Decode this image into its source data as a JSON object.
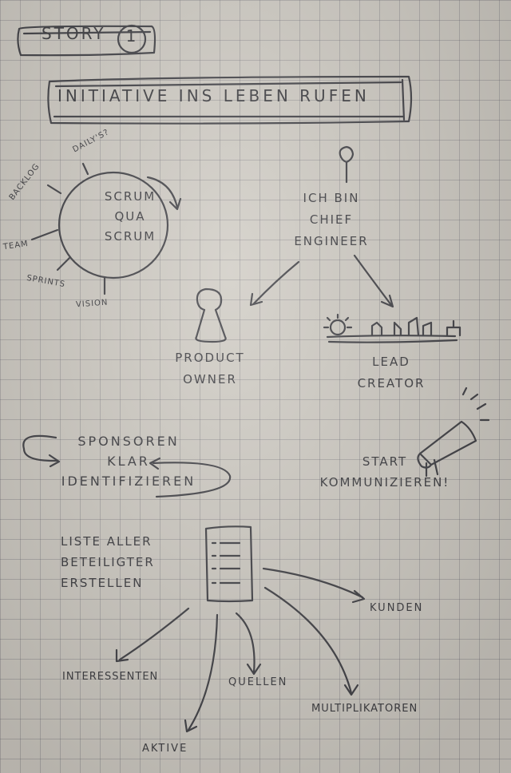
{
  "story": {
    "label": "Story",
    "number": "1"
  },
  "title": "Initiative ins Leben rufen",
  "scrum": {
    "center": "Scrum\nqua\nScrum",
    "spokes": [
      "Daily's?",
      "Backlog",
      "Team",
      "Sprints",
      "Vision"
    ]
  },
  "roles": {
    "chief": "Ich bin\nChief\nEngineer",
    "product_owner": "Product\nOwner",
    "lead_creator": "Lead\nCreator"
  },
  "sponsors": "Sponsoren\nklar\nidentifizieren",
  "start": "Start\nkommunizieren!",
  "list": {
    "text": "Liste aller\nBeteiligter\nerstellen",
    "targets": [
      "Kunden",
      "Interessenten",
      "Quellen",
      "Multiplikatoren",
      "Aktive"
    ]
  }
}
